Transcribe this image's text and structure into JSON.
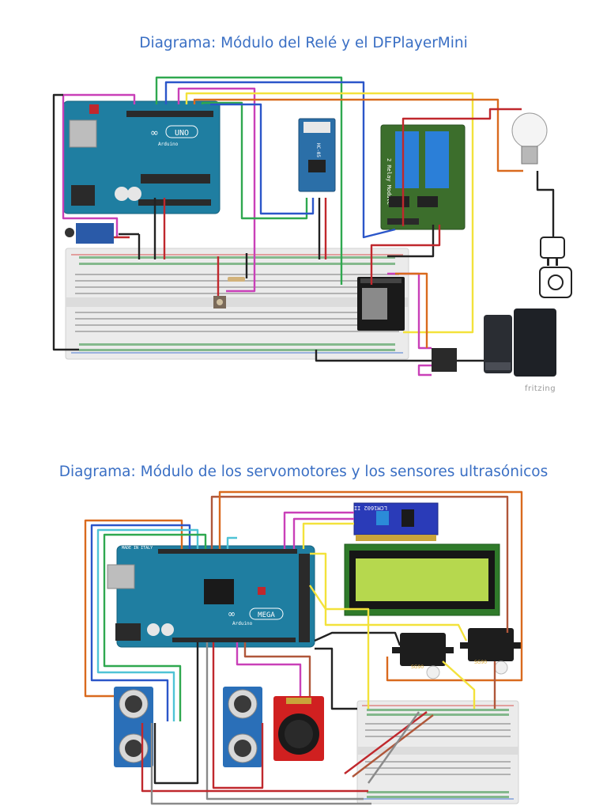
{
  "diagram1": {
    "title": "Diagrama: Módulo del Relé y el DFPlayerMini",
    "board_logo": "UNO",
    "board_brand": "Arduino",
    "relay_label": "2 Relay Module",
    "bt_label": "HC-05",
    "watermark": "fritzing"
  },
  "diagram2": {
    "title": "Diagrama: Módulo de los servomotores y los sensores ultrasónicos",
    "board_logo": "MEGA",
    "board_brand": "Arduino",
    "made_in": "MADE IN ITALY",
    "lcd_label": "LCM1602 IIC",
    "servo_label": "SG90"
  },
  "colors": {
    "title": "#3a6fc4",
    "arduino": "#1f7ea1",
    "breadboard": "#ececec",
    "wire_red": "#c0282d",
    "wire_black": "#222222",
    "wire_yellow": "#f3e23b",
    "wire_orange": "#d96a1e",
    "wire_blue": "#2b56c9",
    "wire_green": "#2fa84f",
    "wire_magenta": "#c940b8",
    "wire_cyan": "#4fc3d6",
    "wire_brown": "#b0573a",
    "wire_gray": "#8a8a8a"
  }
}
